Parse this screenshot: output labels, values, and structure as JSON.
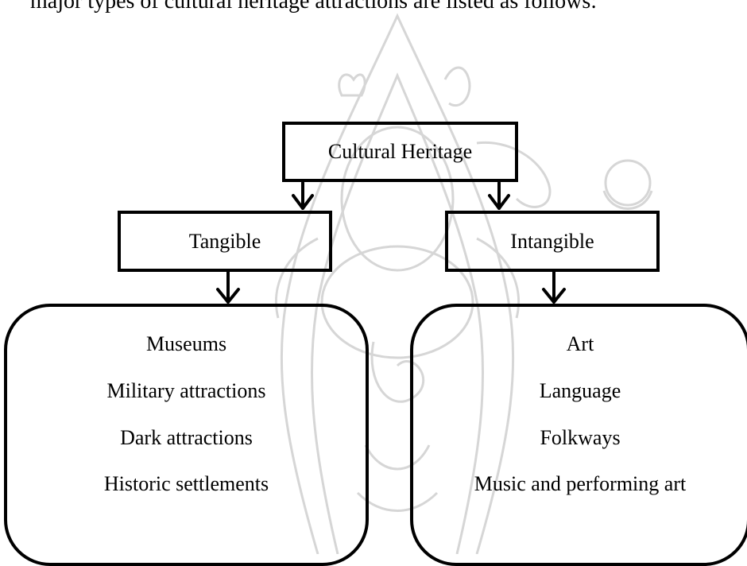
{
  "intro_text": "major types of cultural heritage attractions are listed as follows:",
  "diagram": {
    "root": {
      "label": "Cultural Heritage"
    },
    "tangible": {
      "label": "Tangible",
      "items": [
        "Museums",
        "Military attractions",
        "Dark attractions",
        "Historic settlements"
      ]
    },
    "intangible": {
      "label": "Intangible",
      "items": [
        "Art",
        "Language",
        "Folkways",
        "Music and performing art"
      ]
    }
  },
  "colors": {
    "stroke": "#000000",
    "watermark": "#d6d6d6"
  }
}
